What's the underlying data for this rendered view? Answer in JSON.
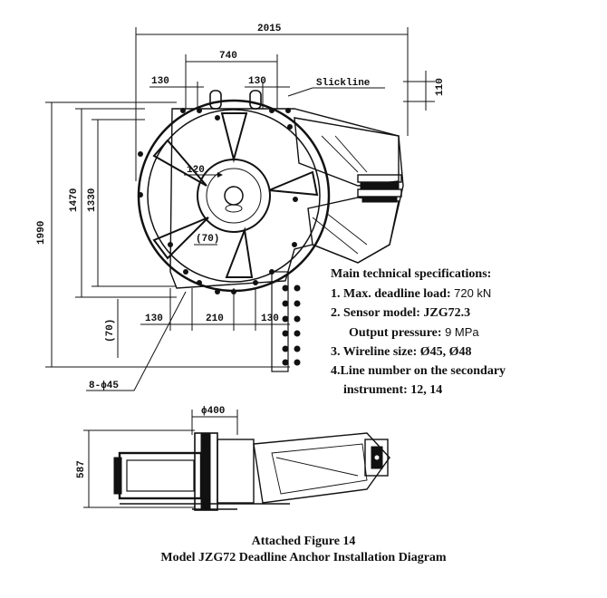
{
  "drawing": {
    "dim_total_width": "2015",
    "dim_740": "740",
    "dim_top_left_130": "130",
    "dim_top_right_130": "130",
    "dim_110": "110",
    "slickline_label": "Slickline",
    "dim_height_1990": "1990",
    "dim_height_1470": "1470",
    "dim_height_1330": "1330",
    "dim_120": "120",
    "dim_70_inner": "(70)",
    "dim_70_left": "(70)",
    "dim_bottom_left_130": "130",
    "dim_210": "210",
    "dim_bottom_right_130": "130",
    "dim_holes": "8-ϕ45",
    "dim_phi400": "ϕ400",
    "dim_587": "587"
  },
  "specs": {
    "title": "Main technical specifications:",
    "item1_label": "1. Max. deadline load:",
    "item1_value": "720 kN",
    "item2_label": "2. Sensor model: JZG72.3",
    "item2b_label": "Output pressure:",
    "item2b_value": "9 MPa",
    "item3_label": "3. Wireline size:  Ø45, Ø48",
    "item4_label": "4.Line number on the secondary",
    "item4b_label": "instrument:    12, 14"
  },
  "caption": {
    "line1": "Attached Figure 14",
    "line2": "Model JZG72 Deadline Anchor Installation Diagram"
  }
}
